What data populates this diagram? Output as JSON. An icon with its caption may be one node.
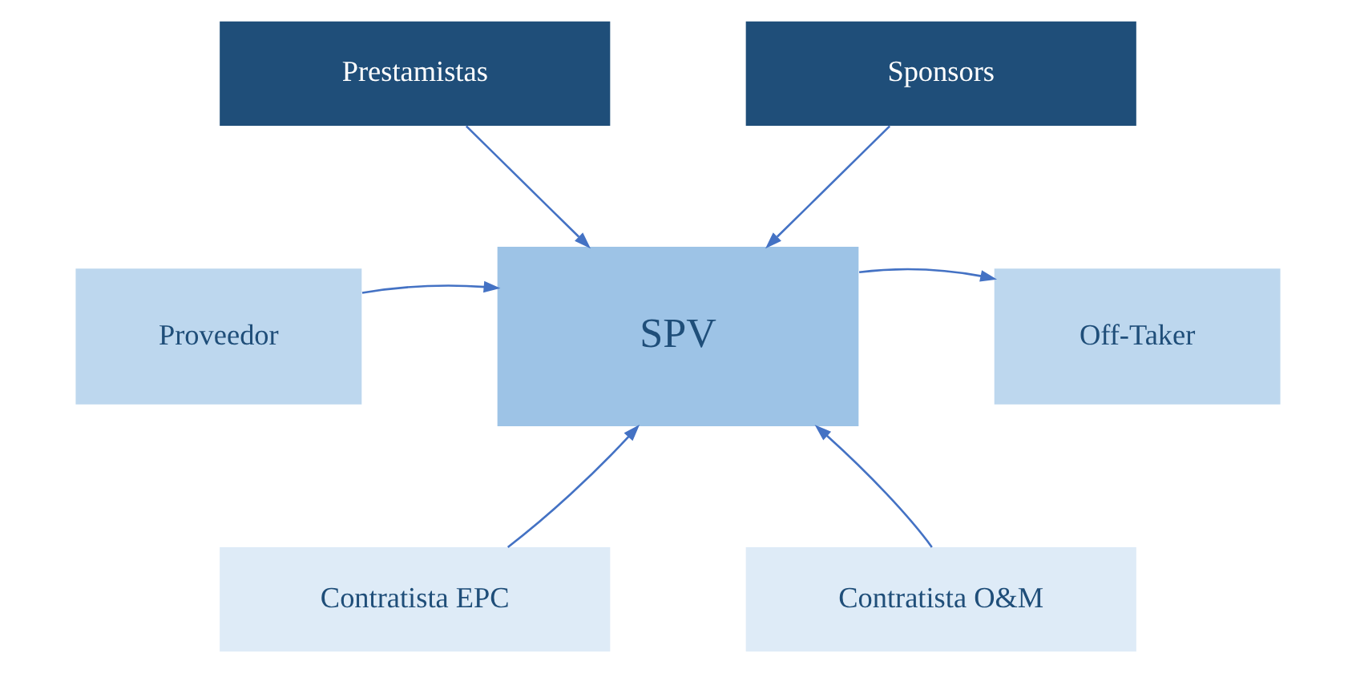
{
  "diagram": {
    "nodes": [
      {
        "text": [
          "Prestamistas"
        ]
      },
      {
        "text": [
          "Sponsors"
        ]
      },
      {
        "text": [
          "Proveedor"
        ]
      },
      {
        "text": [
          "SPV"
        ]
      },
      {
        "text": [
          "Off-Taker"
        ]
      },
      {
        "text": [
          "Contratista EPC"
        ]
      },
      {
        "text": [
          "Contratista O&M"
        ]
      }
    ],
    "edges": [
      {
        "from": 0,
        "to": 3,
        "arrow": "to"
      },
      {
        "from": 1,
        "to": 3,
        "arrow": "to"
      },
      {
        "from": 2,
        "to": 3,
        "arrow": "to"
      },
      {
        "from": 3,
        "to": 4,
        "arrow": "to"
      },
      {
        "from": 5,
        "to": 3,
        "arrow": "to"
      },
      {
        "from": 6,
        "to": 3,
        "arrow": "to"
      }
    ]
  }
}
